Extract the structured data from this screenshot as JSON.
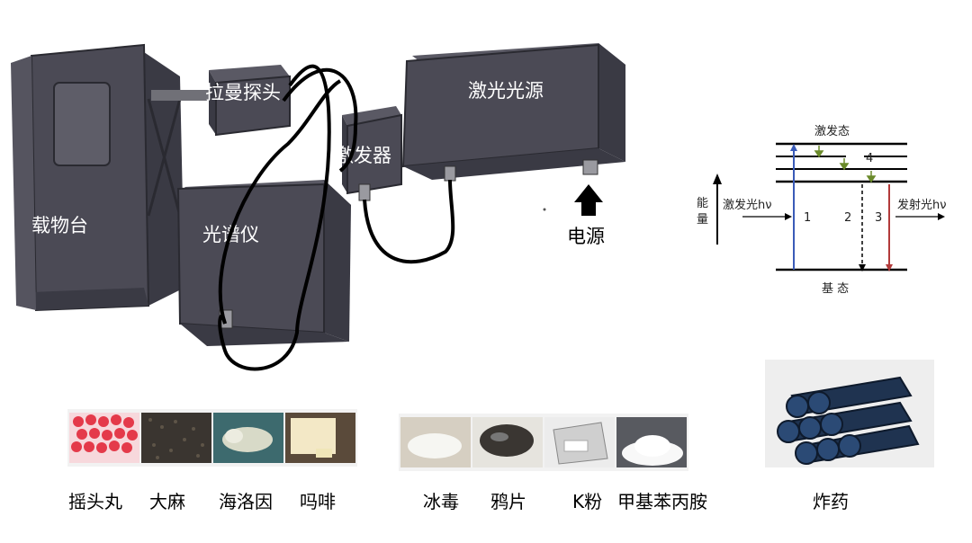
{
  "apparatus": {
    "stage_label": "载物台",
    "raman_probe_label": "拉曼探头",
    "spectrometer_label": "光谱仪",
    "exciter_label": "激发器",
    "laser_source_label": "激光光源",
    "power_label": "电源"
  },
  "energy_diagram": {
    "excited_state": "激发态",
    "ground_state": "基 态",
    "energy_axis": "能量",
    "excitation_light": "激发光hν",
    "emission_light": "发射光hν",
    "level_4": "4",
    "transition_1": "1",
    "transition_2": "2",
    "transition_3": "3"
  },
  "samples": {
    "group1": [
      "摇头丸",
      "大麻",
      "海洛因",
      "吗啡"
    ],
    "group2": [
      "冰毒",
      "鸦片",
      "K粉",
      "甲基苯丙胺"
    ],
    "group3": [
      "炸药"
    ]
  },
  "colors": {
    "device_body": "#4b4a55",
    "device_edge": "#2a2a31",
    "blue_arrow": "#3a5bb8",
    "red_arrow": "#b23a3a",
    "green_arrow": "#6a8a2a"
  }
}
